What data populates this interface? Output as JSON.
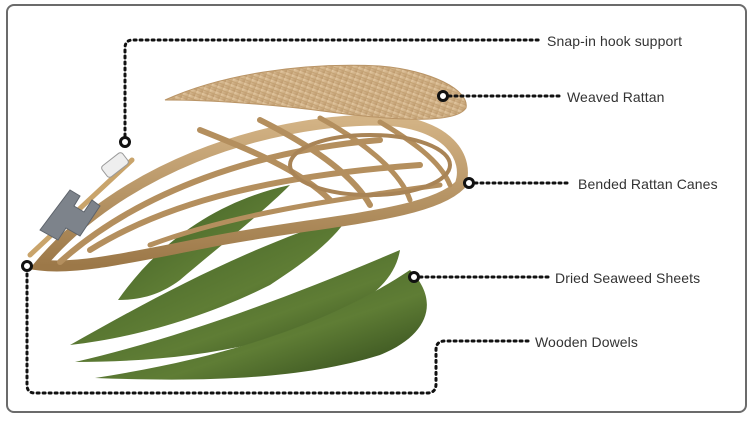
{
  "labels": {
    "hook_support": "Snap-in  hook support",
    "weaved_rattan": "Weaved Rattan",
    "rattan_canes": "Bended Rattan Canes",
    "seaweed": "Dried Seaweed Sheets",
    "dowels": "Wooden Dowels"
  },
  "colors": {
    "frame_border": "#6b6b6b",
    "leader_line": "#111111",
    "rattan_light": "#d9b990",
    "rattan_dark": "#a9855a",
    "cane": "#b7925f",
    "seaweed_dark": "#2f4a1c",
    "seaweed_light": "#6d8a3e",
    "hook_metal": "#8a8f96"
  }
}
